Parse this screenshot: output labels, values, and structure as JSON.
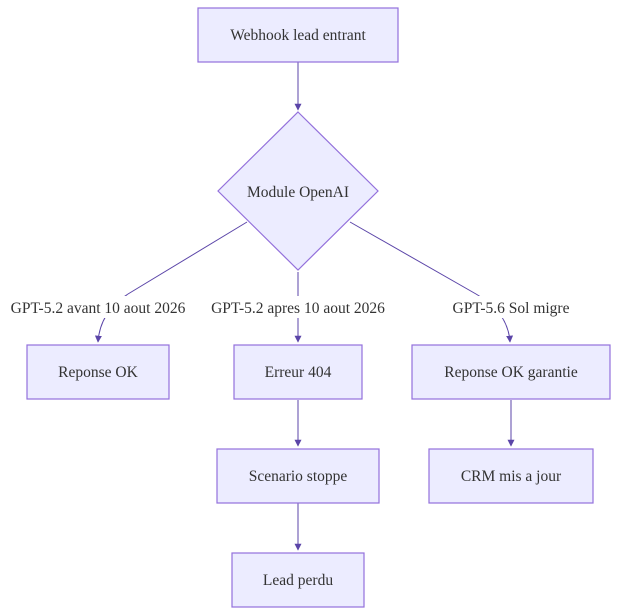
{
  "diagram": {
    "type": "flowchart",
    "nodes": {
      "webhook": "Webhook lead entrant",
      "module_openai": "Module OpenAI",
      "reponse_ok": "Reponse OK",
      "erreur_404": "Erreur 404",
      "reponse_ok_garantie": "Reponse OK garantie",
      "scenario_stoppe": "Scenario stoppe",
      "crm_mis_a_jour": "CRM mis a jour",
      "lead_perdu": "Lead perdu"
    },
    "edge_labels": {
      "gpt52_avant": "GPT-5.2 avant 10 aout 2026",
      "gpt52_apres": "GPT-5.2 apres 10 aout 2026",
      "gpt56_sol": "GPT-5.6 Sol migre"
    },
    "edges": [
      {
        "from": "webhook",
        "to": "module_openai",
        "label": ""
      },
      {
        "from": "module_openai",
        "to": "reponse_ok",
        "label": "GPT-5.2 avant 10 aout 2026"
      },
      {
        "from": "module_openai",
        "to": "erreur_404",
        "label": "GPT-5.2 apres 10 aout 2026"
      },
      {
        "from": "module_openai",
        "to": "reponse_ok_garantie",
        "label": "GPT-5.6 Sol migre"
      },
      {
        "from": "erreur_404",
        "to": "scenario_stoppe",
        "label": ""
      },
      {
        "from": "scenario_stoppe",
        "to": "lead_perdu",
        "label": ""
      },
      {
        "from": "reponse_ok_garantie",
        "to": "crm_mis_a_jour",
        "label": ""
      }
    ]
  }
}
